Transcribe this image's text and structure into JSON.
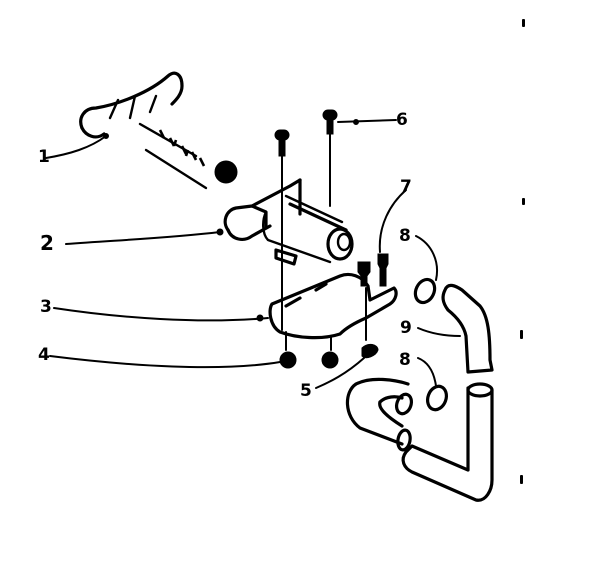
{
  "diagram": {
    "type": "exploded-parts-view",
    "callouts": [
      {
        "id": "1",
        "label": "1",
        "part": "lint-filter-brush"
      },
      {
        "id": "2",
        "label": "2",
        "part": "blower-housing"
      },
      {
        "id": "3",
        "label": "3",
        "part": "mounting-bracket"
      },
      {
        "id": "4",
        "label": "4",
        "part": "grommet"
      },
      {
        "id": "5",
        "label": "5",
        "part": "nut"
      },
      {
        "id": "6",
        "label": "6",
        "part": "screw"
      },
      {
        "id": "7",
        "label": "7",
        "part": "screw"
      },
      {
        "id": "8a",
        "label": "8",
        "part": "hose-clamp"
      },
      {
        "id": "8b",
        "label": "8",
        "part": "hose-clamp"
      },
      {
        "id": "9",
        "label": "9",
        "part": "hose"
      }
    ],
    "colors": {
      "ink": "#000000",
      "background": "#ffffff"
    }
  }
}
